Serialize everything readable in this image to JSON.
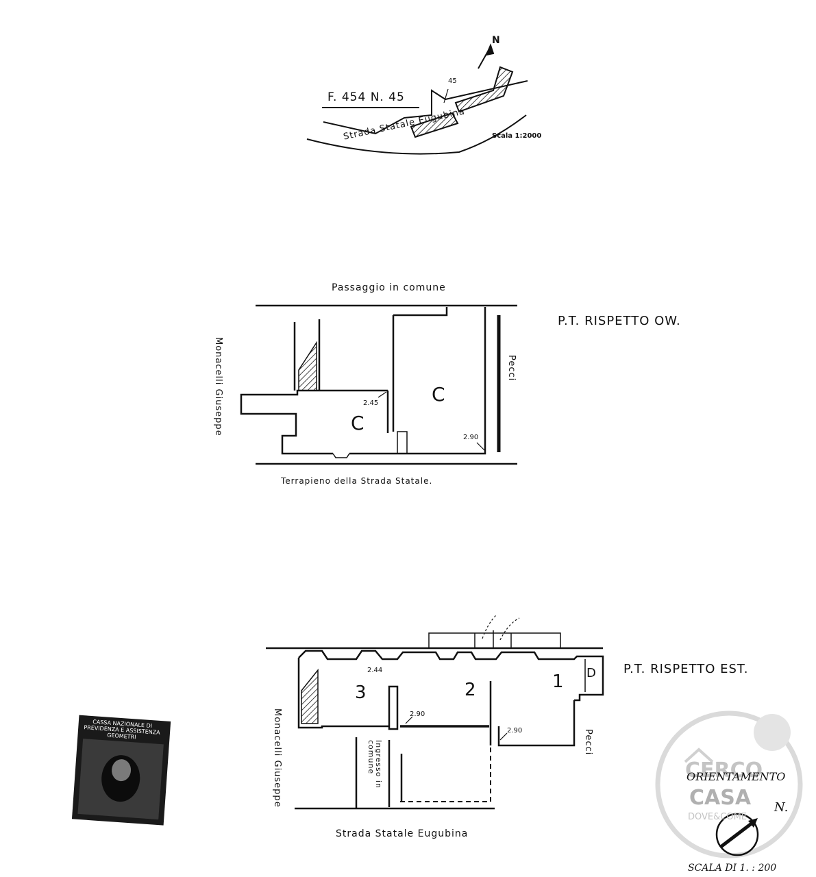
{
  "site_plan": {
    "sheet_label": "F. 454  N. 45",
    "parcel_number": "45",
    "north": "N",
    "road": "Strada Statale Eugubina",
    "scale": "Scala 1:2000"
  },
  "plan_west": {
    "title": "P.T. RISPETTO OW.",
    "top_label": "Passaggio in comune",
    "bottom_label": "Terrapieno della Strada Statale.",
    "left_label": "Monacelli Giuseppe",
    "right_label": "Pecci",
    "room_large": "C",
    "room_small": "C",
    "height_a": "2.45",
    "height_b": "2.90"
  },
  "plan_east": {
    "title": "P.T. RISPETTO EST.",
    "bottom_label": "Strada Statale Eugubina",
    "left_label": "Monacelli Giuseppe",
    "right_label": "Pecci",
    "entry_label": "Ingresso in comune",
    "room_1": "1",
    "room_2": "2",
    "room_3": "3",
    "room_d": "D",
    "height_a": "2.44",
    "height_b": "2.90",
    "height_c": "2.90"
  },
  "stamp": {
    "line1": "CASSA NAZIONALE DI",
    "line2": "PREVIDENZA E ASSISTENZA",
    "line3": "GEOMETRI"
  },
  "watermark": {
    "line1": "CERCO",
    "line2": "CASA",
    "line3": "DOVE&COME"
  },
  "legend": {
    "orientation": "ORIENTAMENTO",
    "north": "N.",
    "scale": "SCALA DI 1. : 200"
  }
}
